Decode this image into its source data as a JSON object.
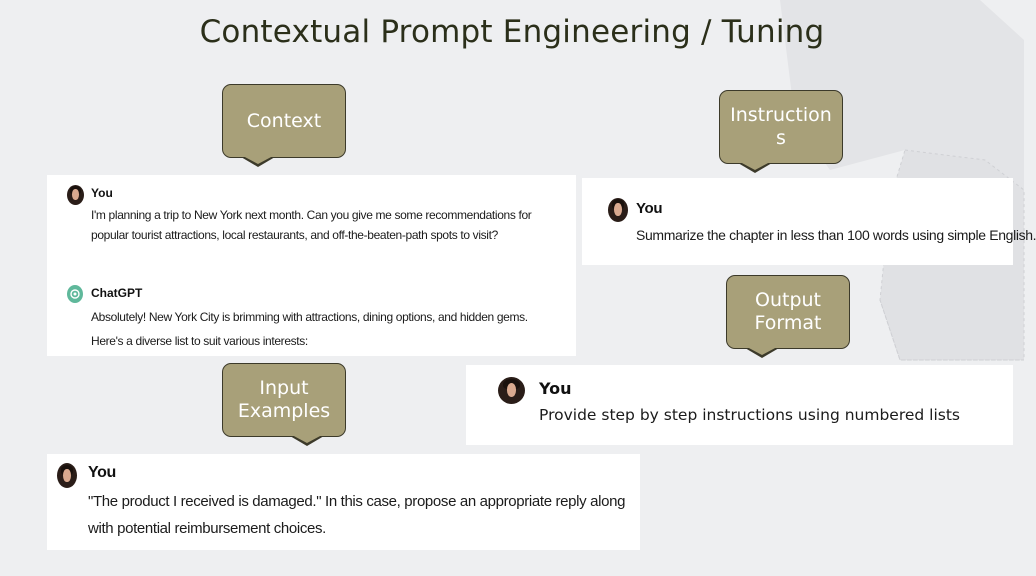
{
  "title": "Contextual Prompt Engineering / Tuning",
  "callouts": {
    "context": "Context",
    "instructions": "Instructions",
    "output_format": "Output\nFormat",
    "input_examples": "Input\nExamples"
  },
  "cards": {
    "context": {
      "user_name": "You",
      "user_message": "I'm planning a trip to New York next month. Can you give me some recommendations for popular tourist attractions, local restaurants, and off-the-beaten-path spots to visit?",
      "assistant_name": "ChatGPT",
      "assistant_message": "Absolutely! New York City is brimming with attractions, dining options, and hidden gems. Here's a diverse list to suit various interests:"
    },
    "instructions": {
      "user_name": "You",
      "user_message": "Summarize the chapter in less than 100 words using simple English."
    },
    "output_format": {
      "user_name": "You",
      "user_message": "Provide step by step instructions using numbered lists"
    },
    "input_examples": {
      "user_name": "You",
      "user_message": "\"The product I received is damaged.\" In this case, propose an appropriate reply along with potential reimbursement choices."
    }
  },
  "colors": {
    "callout_fill": "#a8a079",
    "callout_border": "#3c3a2a",
    "background": "#eeeff1",
    "title_text": "#2b2f1a",
    "assistant_icon": "#5fb89b"
  },
  "icons": {
    "user_avatar": "user-avatar-photo",
    "assistant_avatar": "openai-logo-icon"
  }
}
